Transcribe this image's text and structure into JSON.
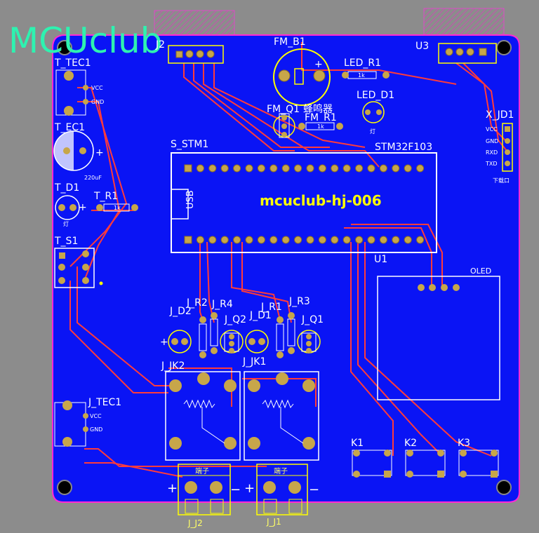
{
  "logo": "MCUclub",
  "board_label": "mcuclub-hj-006",
  "chip_name": "STM32F103",
  "usb": "USB",
  "designators": {
    "j2": "J2",
    "fm_b1": "FM_B1",
    "led_r1": "LED_R1",
    "u3": "U3",
    "t_tec1": "T_TEC1",
    "led_d1": "LED_D1",
    "fm_q1": "FM_Q1",
    "buzzer": "蜂鸣器",
    "fm_r1": "FM_R1",
    "x_jd1": "X_JD1",
    "t_ec1": "T_EC1",
    "s_stm1": "S_STM1",
    "t_d1": "T_D1",
    "t_r1": "T_R1",
    "t_s1": "T_S1",
    "u1": "U1",
    "oled": "OLED",
    "j_r2": "J_R2",
    "j_r4": "J_R4",
    "j_r1": "J_R1",
    "j_r3": "J_R3",
    "j_d2": "J_D2",
    "j_q2": "J_Q2",
    "j_d1": "J_D1",
    "j_q1": "J_Q1",
    "j_jk2": "J_JK2",
    "j_jk1": "J_JK1",
    "j_tec1": "J_TEC1",
    "k1": "K1",
    "k2": "K2",
    "k3": "K3",
    "j_j2": "J_J2",
    "j_j1": "J_J1"
  },
  "small_labels": {
    "vcc": "VCC",
    "gnd": "GND",
    "rxd": "RXD",
    "txd": "TXD",
    "download": "下载口",
    "cap": "220uF",
    "res": "1k",
    "led": "灯",
    "terminal": "端子"
  },
  "polarity": {
    "plus": "+",
    "minus": "−"
  },
  "colors": {
    "background": "#8c8c8c",
    "board_fill": "#0a14f5",
    "board_edge": "#ff2ad4",
    "copper_trace": "#ff3b3b",
    "silk": "#ffffff",
    "silk_yellow": "#ffff00",
    "pad": "#c7a64a",
    "logo": "#2ef2b0"
  }
}
